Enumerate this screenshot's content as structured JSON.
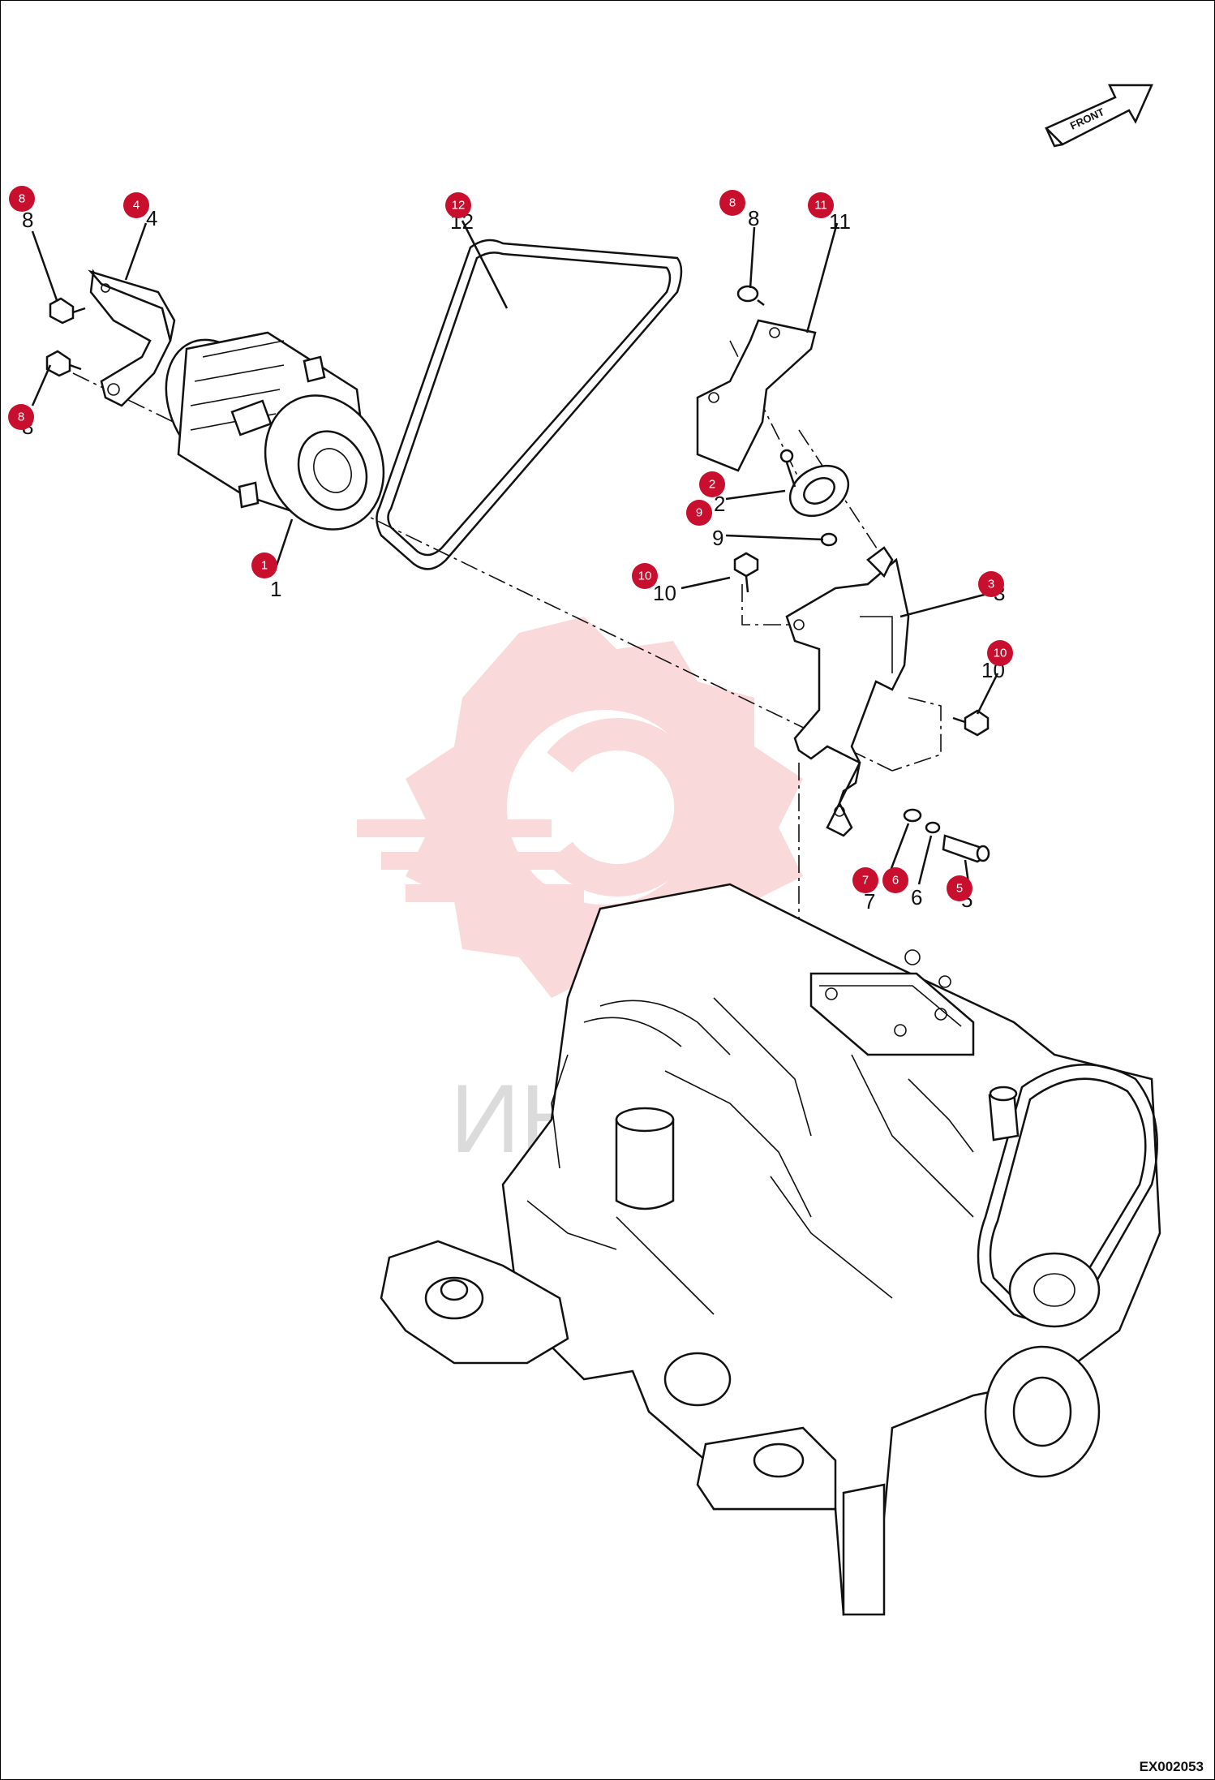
{
  "drawing": {
    "code": "EX002053",
    "front_label": "FRONT"
  },
  "callouts": [
    {
      "id": "c1",
      "num": "1"
    },
    {
      "id": "c2",
      "num": "2"
    },
    {
      "id": "c3",
      "num": "3"
    },
    {
      "id": "c4",
      "num": "4"
    },
    {
      "id": "c5",
      "num": "5"
    },
    {
      "id": "c6",
      "num": "6"
    },
    {
      "id": "c7",
      "num": "7"
    },
    {
      "id": "c8a",
      "num": "8"
    },
    {
      "id": "c8b",
      "num": "8"
    },
    {
      "id": "c8c",
      "num": "8"
    },
    {
      "id": "c9",
      "num": "9"
    },
    {
      "id": "c10a",
      "num": "10"
    },
    {
      "id": "c10b",
      "num": "10"
    },
    {
      "id": "c11",
      "num": "11"
    },
    {
      "id": "c12",
      "num": "12"
    }
  ],
  "part_numbers": {
    "p1": "1",
    "p2": "2",
    "p3": "3",
    "p4": "4",
    "p5": "5",
    "p6": "6",
    "p7": "7",
    "p8a": "8",
    "p8b": "8",
    "p8c": "8",
    "p9": "9",
    "p10a": "10",
    "p10b": "10",
    "p11": "11",
    "p12": "12"
  },
  "watermark": {
    "text": "ИНТЕХ",
    "color": "#e8313b"
  },
  "colors": {
    "callout": "#c8102e",
    "line": "#111111"
  }
}
